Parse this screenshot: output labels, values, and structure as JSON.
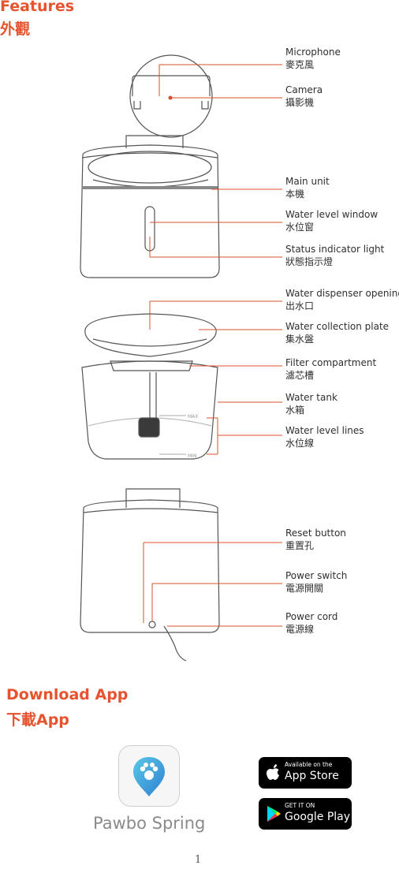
{
  "features": {
    "title_en": "Features",
    "title_zh": "外觀"
  },
  "labels": {
    "microphone": {
      "en": "Microphone",
      "zh": "麥克風"
    },
    "camera": {
      "en": "Camera",
      "zh": "攝影機"
    },
    "main_unit": {
      "en": "Main unit",
      "zh": "本機"
    },
    "water_level_window": {
      "en": "Water level window",
      "zh": "水位窗"
    },
    "status_indicator": {
      "en": "Status indicator light",
      "zh": "狀態指示燈"
    },
    "dispenser_opening": {
      "en": "Water dispenser opening",
      "zh": "出水口"
    },
    "collection_plate": {
      "en": "Water collection plate",
      "zh": "集水盤"
    },
    "filter_compartment": {
      "en": "Filter compartment",
      "zh": "濾芯槽"
    },
    "water_tank": {
      "en": "Water tank",
      "zh": "水箱"
    },
    "water_level_lines": {
      "en": "Water level lines",
      "zh": "水位線"
    },
    "reset_button": {
      "en": "Reset button",
      "zh": "重置孔"
    },
    "power_switch": {
      "en": "Power switch",
      "zh": "電源開關"
    },
    "power_cord": {
      "en": "Power cord",
      "zh": "電源線"
    }
  },
  "diagram_text": {
    "max": "MAX",
    "min": "MIN"
  },
  "download": {
    "title_en": "Download App",
    "title_zh": "下載App"
  },
  "app": {
    "name": "Pawbo Spring",
    "icon": "paw-location-pin-icon"
  },
  "stores": {
    "apple": {
      "small": "Available on the",
      "big": "App Store",
      "icon": "apple-icon"
    },
    "google": {
      "small": "GET IT ON",
      "big": "Google Play",
      "icon": "play-triangle-icon"
    }
  },
  "page_number": "1",
  "colors": {
    "accent": "#e6532e",
    "line": "#555555"
  }
}
